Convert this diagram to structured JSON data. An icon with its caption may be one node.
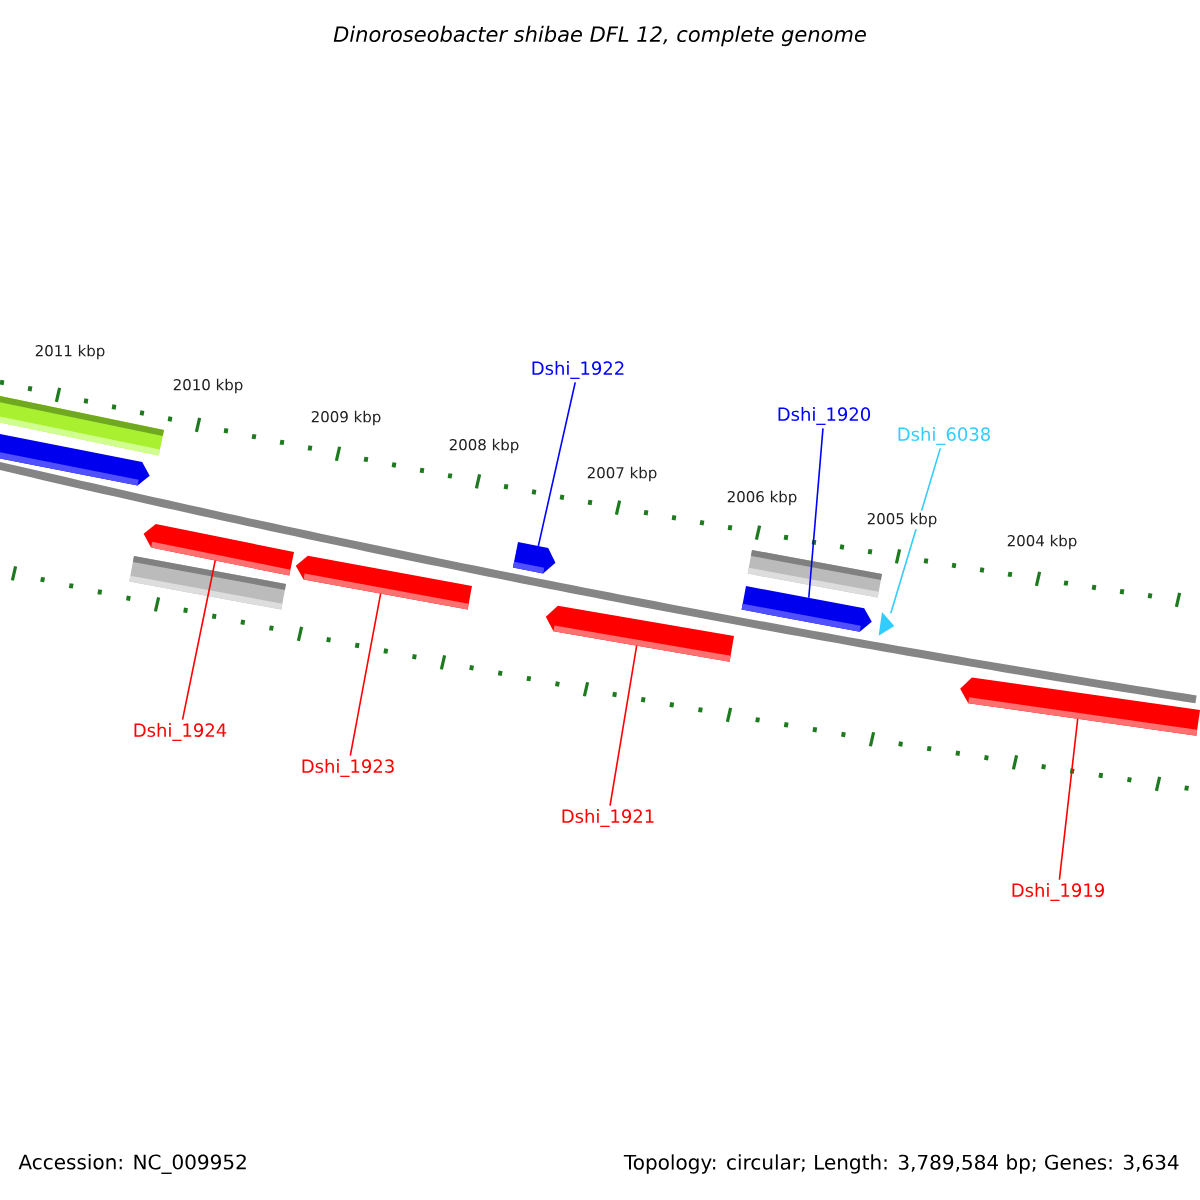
{
  "diagram": {
    "title": "Dinoroseobacter shibae DFL 12, complete genome",
    "nodes": [
      {
        "text": [],
        "shape": "bar"
      },
      {
        "text": [],
        "shape": "arrow"
      },
      {
        "text": [],
        "shape": "bar"
      },
      {
        "text": [],
        "shape": "arrow"
      },
      {
        "text": [],
        "shape": "arrow"
      },
      {
        "text": [],
        "shape": "arrow"
      },
      {
        "text": [],
        "shape": "arrow"
      },
      {
        "text": [],
        "shape": "arrow"
      },
      {
        "text": [],
        "shape": "bar"
      },
      {
        "text": [],
        "shape": "triangle"
      },
      {
        "text": [],
        "shape": "arrow"
      },
      {
        "text": [
          "Dshi_1922"
        ]
      },
      {
        "text": [
          "Dshi_1920"
        ]
      },
      {
        "text": [
          "Dshi_6038"
        ]
      },
      {
        "text": [
          "Dshi_1924"
        ]
      },
      {
        "text": [
          "Dshi_1923"
        ]
      },
      {
        "text": [
          "Dshi_1921"
        ]
      },
      {
        "text": [
          "Dshi_1919"
        ]
      }
    ],
    "edges": [
      {
        "from": 11,
        "to": 5,
        "arrow": "none",
        "color": "#0000ff"
      },
      {
        "from": 12,
        "to": 7,
        "arrow": "none",
        "color": "#0000ff"
      },
      {
        "from": 13,
        "to": 9,
        "arrow": "none",
        "color": "#33ccff"
      },
      {
        "from": 14,
        "to": 3,
        "arrow": "none"
      },
      {
        "from": 15,
        "to": 4,
        "arrow": "none"
      },
      {
        "from": 16,
        "to": 6,
        "arrow": "none"
      },
      {
        "from": 17,
        "to": 10,
        "arrow": "none"
      }
    ],
    "labels": [
      "2011 kbp",
      "2010 kbp",
      "2009 kbp",
      "2008 kbp",
      "2007 kbp",
      "2006 kbp",
      "2005 kbp",
      "2004 kbp",
      "Accession: NC_009952",
      "Topology: circular; Length: 3,789,584 bp; Genes: 3,634"
    ]
  }
}
